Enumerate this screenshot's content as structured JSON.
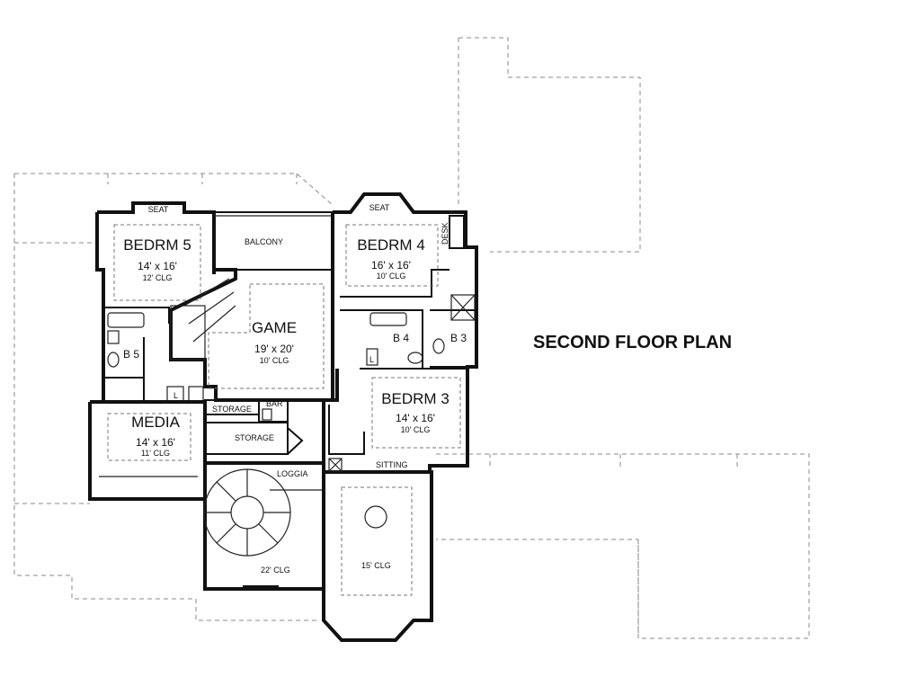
{
  "title": "SECOND FLOOR PLAN",
  "rooms": {
    "bedroom5": {
      "name": "BEDRM 5",
      "dims": "14' x 16'",
      "ceiling": "12' CLG"
    },
    "bedroom4": {
      "name": "BEDRM 4",
      "dims": "16' x 16'",
      "ceiling": "10' CLG"
    },
    "bedroom3": {
      "name": "BEDRM 3",
      "dims": "14' x 16'",
      "ceiling": "10' CLG"
    },
    "game": {
      "name": "GAME",
      "dims": "19' x 20'",
      "ceiling": "10' CLG"
    },
    "media": {
      "name": "MEDIA",
      "dims": "14' x 16'",
      "ceiling": "11' CLG"
    },
    "stair_hall": {
      "ceiling": "22' CLG"
    },
    "open_below": {
      "ceiling": "15' CLG"
    }
  },
  "labels": {
    "seat_left": "SEAT",
    "seat_right": "SEAT",
    "balcony": "BALCONY",
    "desk": "DESK",
    "b5": "B 5",
    "b4": "B 4",
    "b3": "B 3",
    "l_left": "L",
    "l_b4": "L",
    "storage_small": "STORAGE",
    "storage_big": "STORAGE",
    "bar": "BAR",
    "loggia": "LOGGIA",
    "sitting": "SITTING"
  }
}
